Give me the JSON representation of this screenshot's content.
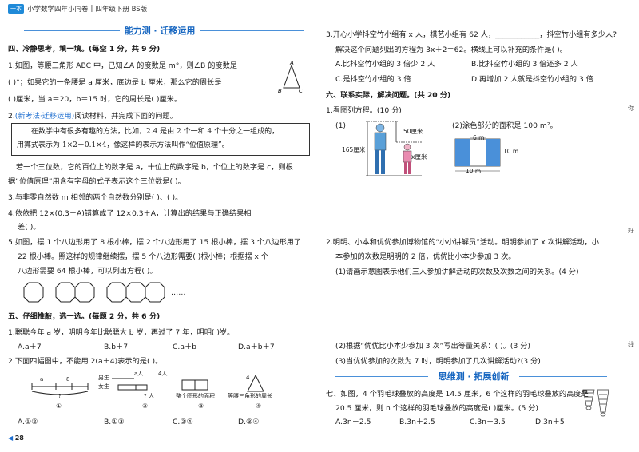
{
  "header": {
    "badge": "一本",
    "title": "小学数学四年小同卷",
    "divider": "|",
    "edition": "四年级下册 BS版"
  },
  "left": {
    "banner": "能力测 · 迁移运用",
    "sec4": "四、冷静思考，填一填。(每空 1 分，共 9 分)",
    "q1a": "1.如图，等腰三角形 ABC 中，已知∠A 的度数是 m°，则∠B 的度数是",
    "q1b": "(        )°；如果它的一条腰是 a 厘米，底边是 b 厘米，那么它的周长是",
    "q1c": "(        )厘米，当 a＝20，b＝15 时，它的周长是(        )厘米。",
    "q2tag": "(新考法·迁移运用)",
    "q2a": "2.",
    "q2b": "阅读材料，并完成下面的问题。",
    "box1": "在数学中有很多有趣的方法，比如，2.4 是由 2 个一和 4 个十分之一组成的，",
    "box2": "用算式表示为 1×2＋0.1×4，像这样的表示方法叫作“位值原理”。",
    "q2c": "若一个三位数，它的百位上的数字是 a，十位上的数字是 b，个位上的数字是 c，则根",
    "q2d": "据“位值原理”用含有字母的式子表示这个三位数是(          )。",
    "q3": "3.与非零自然数 m 相邻的两个自然数分别是(      )、(      )。",
    "q4a": "4.依依把 12×(0.3＋A)错算成了 12×0.3＋A，计算出的结果与正确结果相",
    "q4b": "差(        )。",
    "q5a": "5.如图，摆 1 个八边形用了 8 根小棒，摆 2 个八边形用了 15 根小棒，摆 3 个八边形用了",
    "q5b": "22 根小棒。照这样的规律继续摆，摆 5 个八边形需要(        )根小棒；根据摆 x 个",
    "q5c": "八边形需要 64 根小棒，可以列出方程(                  )。",
    "dots": "……",
    "sec5": "五、仔细推敲，选一选。(每题 2 分，共 6 分)",
    "q6": "1.聪聪今年 a 岁，明明今年比聪聪大 b 岁，再过了 7 年，明明(      )岁。",
    "q6opts": [
      "A.a＋7",
      "B.b＋7",
      "C.a＋b",
      "D.a＋b＋7"
    ],
    "q7": "2.下面四幅图中，不能用 2(a＋4)表示的是(      )。",
    "fig": {
      "n1": "①",
      "n2": "②",
      "n3": "③",
      "n4": "④",
      "a": "a",
      "eight": "8",
      "q": "?",
      "boy": "男生",
      "girl": "女生",
      "a2": "a人",
      "four": "4人",
      "qp": "? 人",
      "area": "整个图形的面积",
      "tri": "等腰三角形的周长",
      "four2": "4"
    },
    "q7opts": [
      "A.①②",
      "B.①③",
      "C.②④",
      "D.③④"
    ],
    "pageno": "28"
  },
  "right": {
    "q8a": "3.开心小学抖空竹小组有 x 人，棋艺小组有 62 人，____________，抖空竹小组有多少人?",
    "q8b": "解决这个问题列出的方程为 3x＋2＝62。横线上可以补充的条件是(      )。",
    "q8opts": [
      "A.比抖空竹小组的 3 倍少 2 人",
      "B.比抖空竹小组的 3 倍还多 2 人",
      "C.是抖空竹小组的 3 倍",
      "D.再增加 2 人就是抖空竹小组的 3 倍"
    ],
    "sec6": "六、联系实际，解决问题。(共 20 分)",
    "q9": "1.看图列方程。(10 分)",
    "p1": "(1)",
    "h50": "50厘米",
    "h165": "165厘米",
    "hx": "x厘米",
    "p2": "(2)涂色部分的面积是 100 m²。",
    "m6": "6 m",
    "m10": "10 m",
    "mh": "10 m",
    "q10a": "2.明明、小本和优优参加博物馆的“小小讲解员”活动。明明参加了 x 次讲解活动，小",
    "q10b": "本参加的次数是明明的 2 倍，优优比小本少参加 3 次。",
    "q10c": "(1)请画示意图表示他们三人参加讲解活动的次数及次数之间的关系。(4 分)",
    "q10d": "(2)根据“优优比小本少参加 3 次”写出等量关系：(                          )。(3 分)",
    "q10e": "(3)当优优参加的次数为 7 时，明明参加了几次讲解活动?(3 分)",
    "banner2": "思维测 · 拓展创新",
    "q11a": "七、如图，4 个羽毛球叠放的高度是 14.5 厘米，6 个这样的羽毛球叠放的高度是",
    "q11b": "20.5 厘米，则 n 个这样的羽毛球叠放的高度是(        )厘米。(5 分)",
    "q11opts": [
      "A.3n－2.5",
      "B.3n＋2.5",
      "C.3n＋3.5",
      "D.3n＋5"
    ]
  },
  "side": {
    "s1": "你",
    "s2": "好",
    "s3": "线"
  }
}
